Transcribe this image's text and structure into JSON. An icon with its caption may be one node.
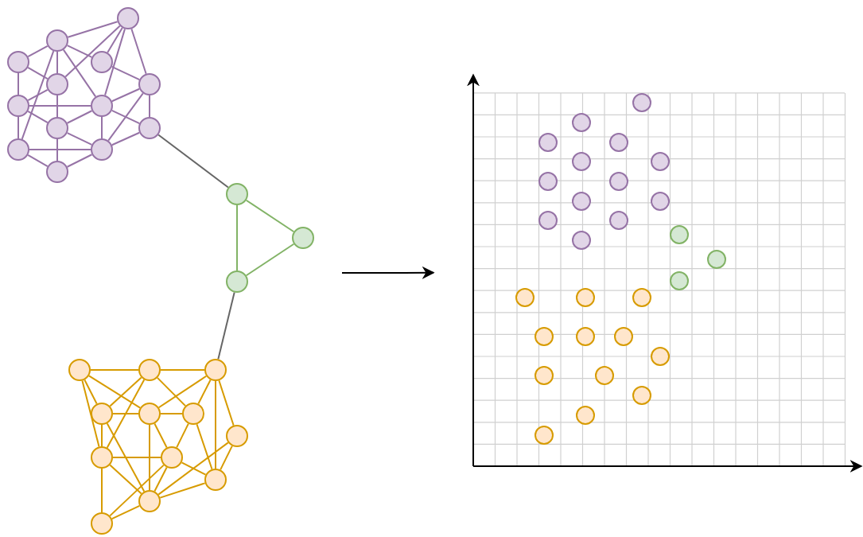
{
  "diagram": {
    "nodes": [
      {
        "text": [],
        "shape": "circle"
      },
      {
        "text": [],
        "shape": "circle"
      },
      {
        "text": [],
        "shape": "circle"
      },
      {
        "text": [],
        "shape": "circle"
      },
      {
        "text": [],
        "shape": "circle"
      },
      {
        "text": [],
        "shape": "circle"
      },
      {
        "text": [],
        "shape": "circle"
      },
      {
        "text": [],
        "shape": "circle"
      },
      {
        "text": [],
        "shape": "circle"
      },
      {
        "text": [],
        "shape": "circle"
      },
      {
        "text": [],
        "shape": "circle"
      },
      {
        "text": [],
        "shape": "circle"
      },
      {
        "text": [],
        "shape": "circle"
      },
      {
        "text": [],
        "shape": "circle"
      },
      {
        "text": [],
        "shape": "circle"
      },
      {
        "text": [],
        "shape": "circle"
      },
      {
        "text": [],
        "shape": "circle"
      },
      {
        "text": [],
        "shape": "circle"
      },
      {
        "text": [],
        "shape": "circle"
      },
      {
        "text": [],
        "shape": "circle"
      },
      {
        "text": [],
        "shape": "circle"
      },
      {
        "text": [],
        "shape": "circle"
      },
      {
        "text": [],
        "shape": "circle"
      },
      {
        "text": [],
        "shape": "circle"
      },
      {
        "text": [],
        "shape": "circle"
      },
      {
        "text": [],
        "shape": "circle"
      },
      {
        "text": [],
        "shape": "circle"
      },
      {
        "text": [],
        "shape": "circle"
      },
      {
        "text": [],
        "shape": "picture"
      }
    ],
    "edges": [
      {
        "from": 0,
        "to": 1,
        "arrow": "none"
      },
      {
        "from": 0,
        "to": 5,
        "arrow": "none"
      },
      {
        "from": 0,
        "to": 3,
        "arrow": "none"
      },
      {
        "from": 0,
        "to": 4,
        "arrow": "none"
      },
      {
        "from": 0,
        "to": 7,
        "arrow": "none"
      },
      {
        "from": 1,
        "to": 2,
        "arrow": "none"
      },
      {
        "from": 1,
        "to": 4,
        "arrow": "none"
      },
      {
        "from": 1,
        "to": 7,
        "arrow": "none"
      },
      {
        "from": 1,
        "to": 10,
        "arrow": "none"
      },
      {
        "from": 1,
        "to": 3,
        "arrow": "none"
      },
      {
        "from": 2,
        "to": 4,
        "arrow": "none"
      },
      {
        "from": 2,
        "to": 6,
        "arrow": "none"
      },
      {
        "from": 3,
        "to": 5,
        "arrow": "none"
      },
      {
        "from": 6,
        "to": 4,
        "arrow": "none"
      },
      {
        "from": 4,
        "to": 8,
        "arrow": "none"
      },
      {
        "from": 5,
        "to": 7,
        "arrow": "none"
      },
      {
        "from": 5,
        "to": 9,
        "arrow": "none"
      },
      {
        "from": 5,
        "to": 11,
        "arrow": "none"
      },
      {
        "from": 6,
        "to": 7,
        "arrow": "none"
      },
      {
        "from": 6,
        "to": 8,
        "arrow": "none"
      },
      {
        "from": 6,
        "to": 10,
        "arrow": "none"
      },
      {
        "from": 7,
        "to": 8,
        "arrow": "none"
      },
      {
        "from": 7,
        "to": 9,
        "arrow": "none"
      },
      {
        "from": 7,
        "to": 11,
        "arrow": "none"
      },
      {
        "from": 8,
        "to": 11,
        "arrow": "none"
      },
      {
        "from": 8,
        "to": 12,
        "arrow": "none"
      },
      {
        "from": 9,
        "to": 11,
        "arrow": "none"
      },
      {
        "from": 10,
        "to": 11,
        "arrow": "none"
      },
      {
        "from": 10,
        "to": 12,
        "arrow": "none"
      },
      {
        "from": 11,
        "to": 12,
        "arrow": "none"
      },
      {
        "from": 9,
        "to": 13,
        "arrow": "none",
        "color": "#666666"
      },
      {
        "from": 13,
        "to": 14,
        "arrow": "none",
        "color": "#82b366"
      },
      {
        "from": 14,
        "to": 15,
        "arrow": "none",
        "color": "#82b366"
      },
      {
        "from": 13,
        "to": 15,
        "arrow": "none",
        "color": "#82b366"
      },
      {
        "from": 15,
        "to": 18,
        "arrow": "none",
        "color": "#666666"
      },
      {
        "from": 16,
        "to": 17,
        "arrow": "none",
        "color": "#d79b00"
      },
      {
        "from": 17,
        "to": 18,
        "arrow": "none",
        "color": "#d79b00"
      },
      {
        "from": 16,
        "to": 19,
        "arrow": "none",
        "color": "#d79b00"
      },
      {
        "from": 16,
        "to": 20,
        "arrow": "none",
        "color": "#d79b00"
      },
      {
        "from": 16,
        "to": 23,
        "arrow": "none",
        "color": "#d79b00"
      },
      {
        "from": 17,
        "to": 19,
        "arrow": "none",
        "color": "#d79b00"
      },
      {
        "from": 17,
        "to": 21,
        "arrow": "none",
        "color": "#d79b00"
      },
      {
        "from": 17,
        "to": 23,
        "arrow": "none",
        "color": "#d79b00"
      },
      {
        "from": 18,
        "to": 20,
        "arrow": "none",
        "color": "#d79b00"
      },
      {
        "from": 18,
        "to": 21,
        "arrow": "none",
        "color": "#d79b00"
      },
      {
        "from": 18,
        "to": 22,
        "arrow": "none",
        "color": "#d79b00"
      },
      {
        "from": 18,
        "to": 25,
        "arrow": "none",
        "color": "#d79b00"
      },
      {
        "from": 19,
        "to": 20,
        "arrow": "none",
        "color": "#d79b00"
      },
      {
        "from": 20,
        "to": 21,
        "arrow": "none",
        "color": "#d79b00"
      },
      {
        "from": 19,
        "to": 23,
        "arrow": "none",
        "color": "#d79b00"
      },
      {
        "from": 19,
        "to": 26,
        "arrow": "none",
        "color": "#d79b00"
      },
      {
        "from": 20,
        "to": 26,
        "arrow": "none",
        "color": "#d79b00"
      },
      {
        "from": 20,
        "to": 24,
        "arrow": "none",
        "color": "#d79b00"
      },
      {
        "from": 21,
        "to": 24,
        "arrow": "none",
        "color": "#d79b00"
      },
      {
        "from": 21,
        "to": 25,
        "arrow": "none",
        "color": "#d79b00"
      },
      {
        "from": 23,
        "to": 24,
        "arrow": "none",
        "color": "#d79b00"
      },
      {
        "from": 23,
        "to": 26,
        "arrow": "none",
        "color": "#d79b00"
      },
      {
        "from": 23,
        "to": 27,
        "arrow": "none",
        "color": "#d79b00"
      },
      {
        "from": 24,
        "to": 26,
        "arrow": "none",
        "color": "#d79b00"
      },
      {
        "from": 24,
        "to": 25,
        "arrow": "none",
        "color": "#d79b00"
      },
      {
        "from": 24,
        "to": 27,
        "arrow": "none",
        "color": "#d79b00"
      },
      {
        "from": 22,
        "to": 25,
        "arrow": "none",
        "color": "#d79b00"
      },
      {
        "from": 22,
        "to": 26,
        "arrow": "none",
        "color": "#d79b00"
      },
      {
        "from": 25,
        "to": 26,
        "arrow": "none",
        "color": "#d79b00"
      },
      {
        "from": 26,
        "to": 27,
        "arrow": "none",
        "color": "#d79b00"
      },
      {
        "from": null,
        "to": 28,
        "arrow": "to",
        "color": "#000000"
      }
    ]
  }
}
